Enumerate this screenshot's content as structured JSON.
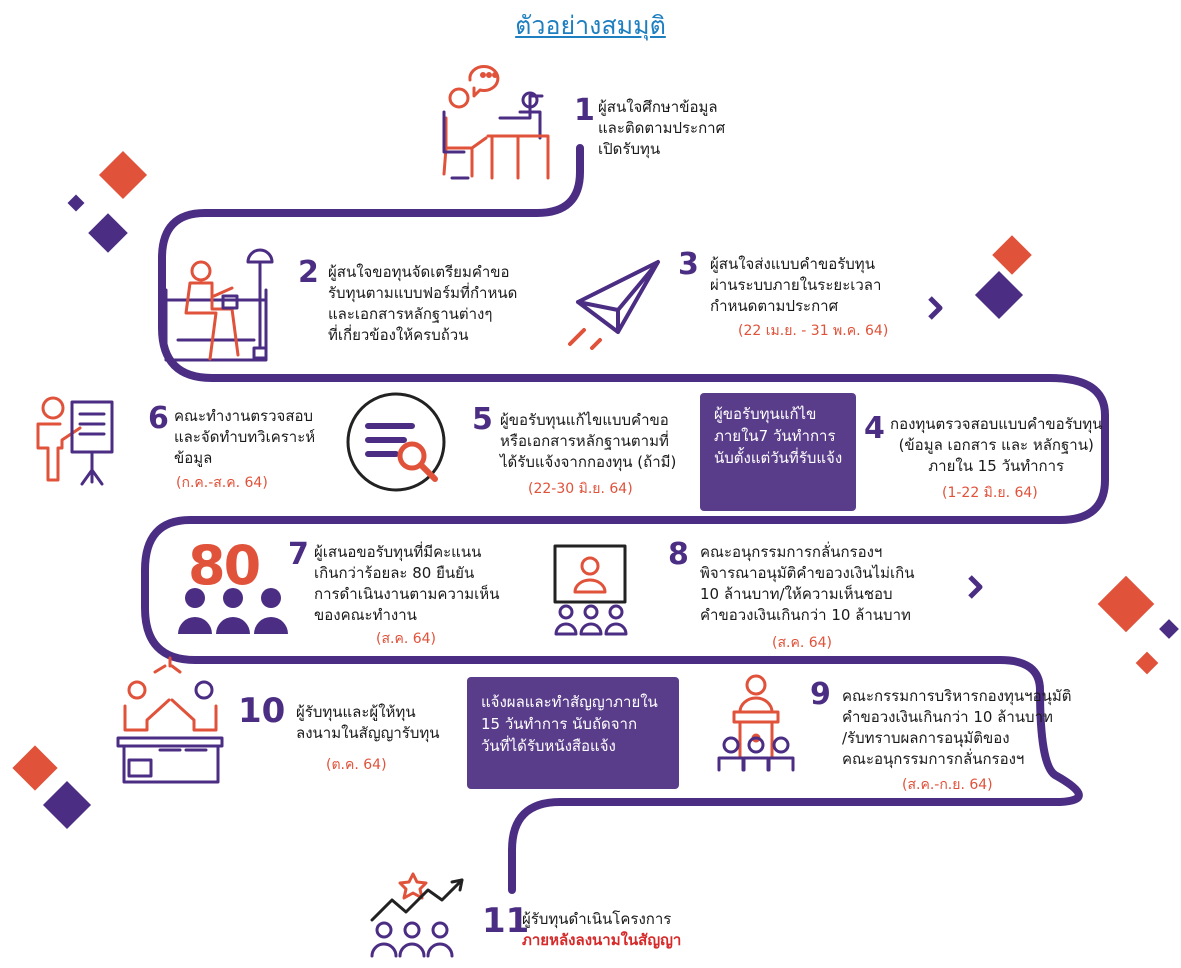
{
  "title": "ตัวอย่างสมมุติ",
  "colors": {
    "purple": "#4b2e83",
    "orange": "#e0523a",
    "box": "#5a3d8a"
  },
  "steps": [
    {
      "num": "1",
      "lines": [
        "ผู้สนใจศึกษาข้อมูล",
        "และติดตามประกาศ",
        "เปิดรับทุน"
      ],
      "date": ""
    },
    {
      "num": "2",
      "lines": [
        "ผู้สนใจขอทุนจัดเตรียมคำขอ",
        "รับทุนตามแบบฟอร์มที่กำหนด",
        "และเอกสารหลักฐานต่างๆ",
        "ที่เกี่ยวข้องให้ครบถ้วน"
      ],
      "date": ""
    },
    {
      "num": "3",
      "lines": [
        "ผู้สนใจส่งแบบคำขอรับทุน",
        "ผ่านระบบภายในระยะเวลา",
        "กำหนดตามประกาศ"
      ],
      "date": "(22 เม.ย. - 31 พ.ค. 64)"
    },
    {
      "num": "4",
      "lines": [
        "กองทุนตรวจสอบแบบคำขอรับทุน",
        "(ข้อมูล เอกสาร และ หลักฐาน)",
        "ภายใน 15 วันทำการ"
      ],
      "date": "(1-22 มิ.ย. 64)"
    },
    {
      "num": "5",
      "lines": [
        "ผู้ขอรับทุนแก้ไขแบบคำขอ",
        "หรือเอกสารหลักฐานตามที่",
        "ได้รับแจ้งจากกองทุน (ถ้ามี)"
      ],
      "date": "(22-30 มิ.ย. 64)"
    },
    {
      "num": "6",
      "lines": [
        "คณะทำงานตรวจสอบ",
        "และจัดทำบทวิเคราะห์",
        "ข้อมูล"
      ],
      "date": "(ก.ค.-ส.ค. 64)"
    },
    {
      "num": "7",
      "lines": [
        "ผู้เสนอขอรับทุนที่มีคะแนน",
        "เกินกว่าร้อยละ 80 ยืนยัน",
        "การดำเนินงานตามความเห็น",
        "ของคณะทำงาน"
      ],
      "date": "(ส.ค. 64)"
    },
    {
      "num": "8",
      "lines": [
        "คณะอนุกรรมการกลั่นกรองฯ",
        "พิจารณาอนุมัติคำขอวงเงินไม่เกิน",
        "10 ล้านบาท/ให้ความเห็นชอบ",
        "คำขอวงเงินเกินกว่า 10 ล้านบาท"
      ],
      "date": "(ส.ค. 64)"
    },
    {
      "num": "9",
      "lines": [
        "คณะกรรมการบริหารกองทุนฯอนุมัติ",
        "คำขอวงเงินเกินกว่า 10 ล้านบาท",
        "/รับทราบผลการอนุมัติของ",
        "คณะอนุกรรมการกลั่นกรองฯ"
      ],
      "date": "(ส.ค.-ก.ย. 64)"
    },
    {
      "num": "10",
      "lines": [
        "ผู้รับทุนและผู้ให้ทุน",
        "ลงนามในสัญญารับทุน"
      ],
      "date": "(ต.ค. 64)"
    },
    {
      "num": "11",
      "lines": [
        "ผู้รับทุนดำเนินโครงการ"
      ],
      "highlight": "ภายหลังลงนามในสัญญา"
    }
  ],
  "boxes": [
    {
      "lines": [
        "ผู้ขอรับทุนแก้ไข",
        "ภายใน7 วันทำการ",
        "นับตั้งแต่วันที่รับแจ้ง"
      ]
    },
    {
      "lines": [
        "แจ้งผลและทำสัญญาภายใน",
        "15 วันทำการ นับถัดจาก",
        "วันที่ได้รับหนังสือแจ้ง"
      ]
    }
  ],
  "score_label": "80",
  "icons": [
    "person-laptop-icon",
    "person-armchair-icon",
    "paper-plane-icon",
    "presentation-board-icon",
    "magnifier-document-icon",
    "audience-80-icon",
    "video-conference-icon",
    "podium-audience-icon",
    "signing-meeting-icon",
    "growth-star-icon",
    "diamond-decoration",
    "chevron-right-icon"
  ]
}
